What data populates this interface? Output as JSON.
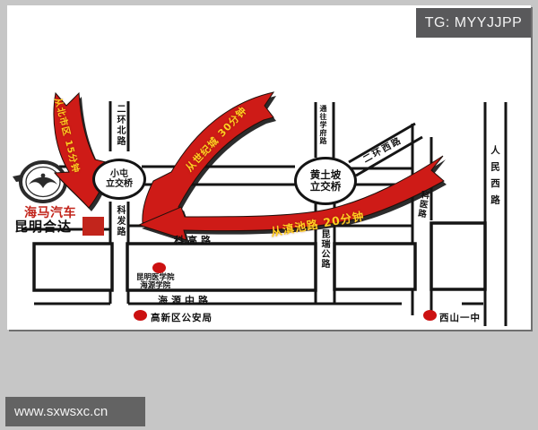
{
  "badges": {
    "tg": "TG: MYYJJPP",
    "url": "www.sxwsxc.cn"
  },
  "branding": {
    "brand": "海马汽车",
    "dealer": "昆明合达"
  },
  "map": {
    "interchanges": {
      "xiaotun_l1": "小屯",
      "xiaotun_l2": "立交桥",
      "huangtupo_l1": "黄土坡",
      "huangtupo_l2": "立交桥"
    },
    "roads": {
      "erhuan_north": "二环北路",
      "kefa": "科发路",
      "kegao": "科高路",
      "tongwang_xuefu": "通往学府路",
      "erhuan_west": "二环西路",
      "keyi": "科医路",
      "renmin_west": "人民西路",
      "kunrui": "昆瑞公路",
      "haiyuan_mid": "海源中路"
    },
    "pois": {
      "med_college_l1": "昆明医学院",
      "med_college_l2": "海源学院",
      "police": "高新区公安局",
      "xishan_school": "西山一中"
    },
    "arrows": {
      "from_north": "从北市区 15分钟",
      "from_century_city": "从世纪城 30分钟",
      "from_dianchi": "从滇池路 20分钟"
    },
    "colors": {
      "arrow_red": "#ce1b17",
      "arrow_text": "#ffd022",
      "marker_red": "#cc1111",
      "brand_red": "#c2251c"
    }
  }
}
